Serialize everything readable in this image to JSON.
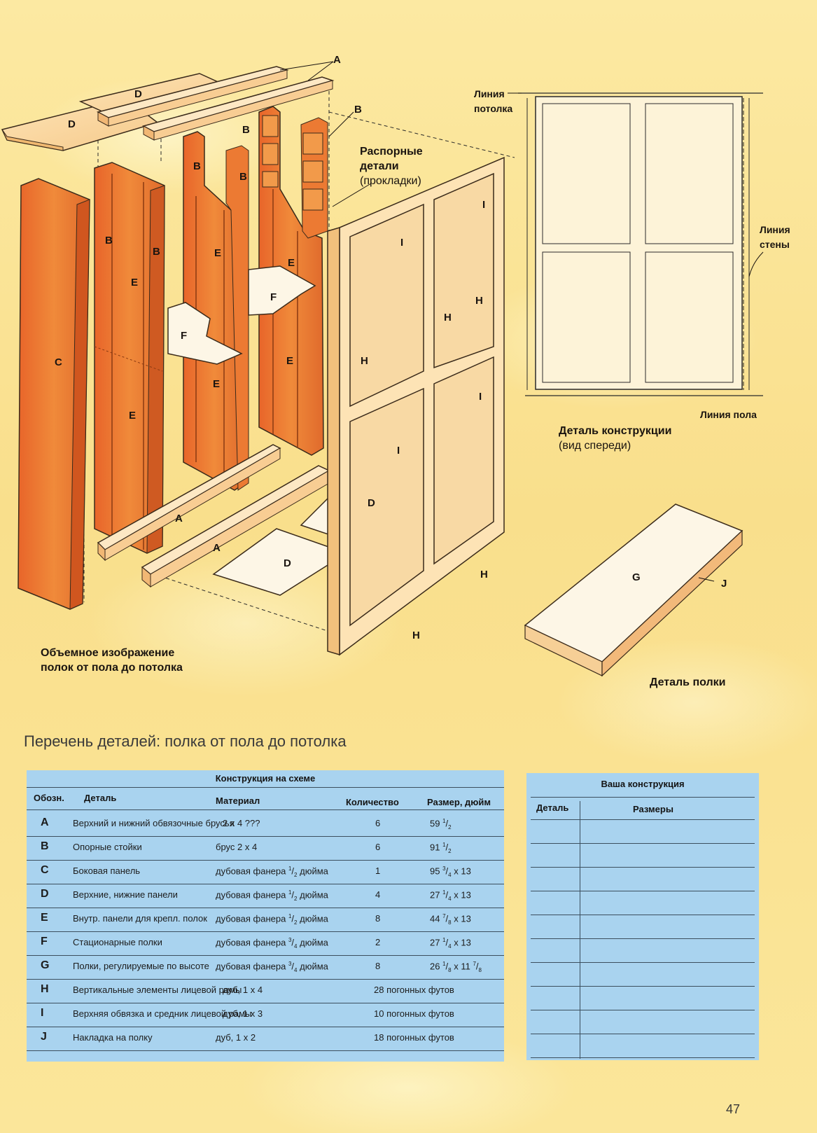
{
  "diagram": {
    "part_labels": {
      "A": "A",
      "B": "B",
      "C": "C",
      "D": "D",
      "E": "E",
      "F": "F",
      "G": "G",
      "H": "H",
      "I": "I",
      "J": "J"
    },
    "spacers_label_1": "Распорные",
    "spacers_label_2": "детали",
    "spacers_label_3": "(прокладки)",
    "ceiling_line_1": "Линия",
    "ceiling_line_2": "потолка",
    "wall_line_1": "Линия",
    "wall_line_2": "стены",
    "floor_line": "Линия пола",
    "front_detail_1": "Деталь конструкции",
    "front_detail_2": "(вид спереди)",
    "iso_caption_1": "Объемное изображение",
    "iso_caption_2": "полок от пола до потолка",
    "shelf_detail": "Деталь полки"
  },
  "parts_list": {
    "title": "Перечень деталей: полка от пола до потолка",
    "scheme_title": "Конструкция на схеме",
    "headers": {
      "code": "Обозн.",
      "part": "Деталь",
      "material": "Материал",
      "qty": "Количество",
      "size": "Размер, дюйм"
    },
    "rows": [
      {
        "code": "A",
        "part": "Верхний и нижний обвязочные брусья",
        "material": "2 x 4 ???",
        "qty": "6",
        "size": [
          "59 ",
          "1",
          "/",
          "2",
          ""
        ]
      },
      {
        "code": "B",
        "part": "Опорные стойки",
        "material": "брус 2 x 4",
        "qty": "6",
        "size": [
          "91 ",
          "1",
          "/",
          "2",
          ""
        ]
      },
      {
        "code": "C",
        "part": "Боковая панель",
        "material": [
          "дубовая фанера ",
          "1",
          "/",
          "2",
          " дюйма"
        ],
        "qty": "1",
        "size": [
          "95 ",
          "3",
          "/",
          "4",
          " x 13"
        ]
      },
      {
        "code": "D",
        "part": "Верхние, нижние панели",
        "material": [
          "дубовая фанера ",
          "1",
          "/",
          "2",
          " дюйма"
        ],
        "qty": "4",
        "size": [
          "27 ",
          "1",
          "/",
          "4",
          " x 13"
        ]
      },
      {
        "code": "E",
        "part": "Внутр. панели для крепл. полок",
        "material": [
          "дубовая фанера ",
          "1",
          "/",
          "2",
          " дюйма"
        ],
        "qty": "8",
        "size": [
          "44 ",
          "7",
          "/",
          "8",
          " x 13"
        ]
      },
      {
        "code": "F",
        "part": "Стационарные полки",
        "material": [
          "дубовая фанера ",
          "3",
          "/",
          "4",
          " дюйма"
        ],
        "qty": "2",
        "size": [
          "27 ",
          "1",
          "/",
          "4",
          " x 13"
        ]
      },
      {
        "code": "G",
        "part": "Полки, регулируемые по высоте",
        "material": [
          "дубовая фанера ",
          "3",
          "/",
          "4",
          " дюйма"
        ],
        "qty": "8",
        "size": [
          "26 ",
          "1",
          "/",
          "8",
          " x 11 ",
          "7",
          "/",
          "8"
        ]
      },
      {
        "code": "H",
        "part": "Вертикальные элементы лицевой рамы",
        "material": "дуб, 1 x 4",
        "qty": "",
        "size": "28 погонных футов"
      },
      {
        "code": "I",
        "part": "Верхняя обвязка и средник лицевой рамы",
        "material": "дуб, 1 x 3",
        "qty": "",
        "size": "10 погонных футов"
      },
      {
        "code": "J",
        "part": "Накладка на полку",
        "material": "дуб, 1 x 2",
        "qty": "",
        "size": "18 погонных футов"
      }
    ]
  },
  "user_panel": {
    "title": "Ваша конструкция",
    "headers": {
      "part": "Деталь",
      "dims": "Размеры"
    }
  },
  "page_number": "47"
}
